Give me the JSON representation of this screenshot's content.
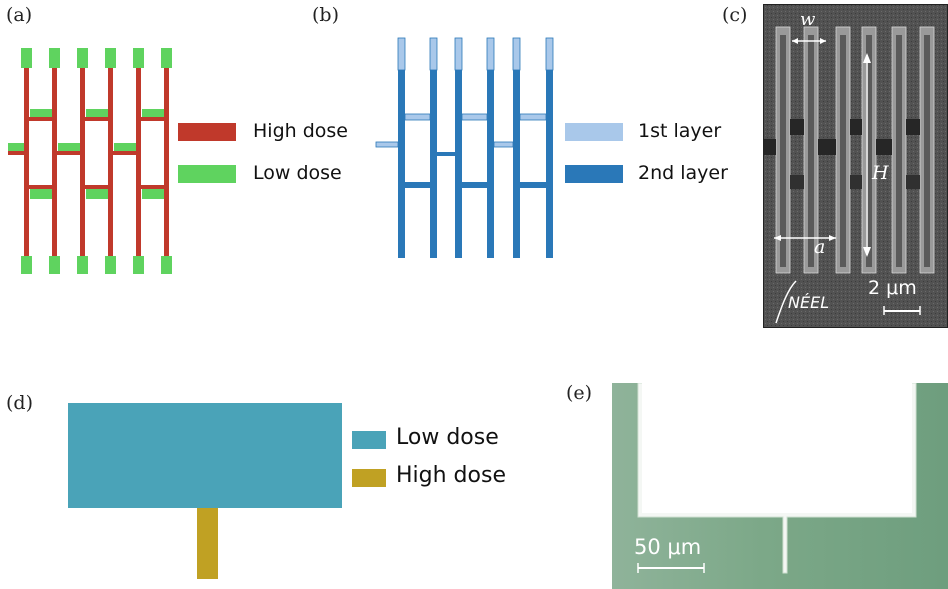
{
  "panels": {
    "a": {
      "label": "(a)",
      "legend": [
        {
          "text": "High dose",
          "color": "#c0392b"
        },
        {
          "text": "Low dose",
          "color": "#5fd35f"
        }
      ]
    },
    "b": {
      "label": "(b)",
      "legend": [
        {
          "text": "1st layer",
          "color": "#a9c8ea"
        },
        {
          "text": "2nd layer",
          "color": "#2a78b8"
        }
      ]
    },
    "c": {
      "label": "(c)",
      "annotations": {
        "w": "w",
        "H": "H",
        "a": "a"
      },
      "scale_bar": "2 μm",
      "logo": "NÉEL"
    },
    "d": {
      "label": "(d)",
      "legend": [
        {
          "text": "Low dose",
          "color": "#4aa3b8"
        },
        {
          "text": "High dose",
          "color": "#c0a123"
        }
      ]
    },
    "e": {
      "label": "(e)",
      "scale_bar": "50 μm"
    }
  }
}
